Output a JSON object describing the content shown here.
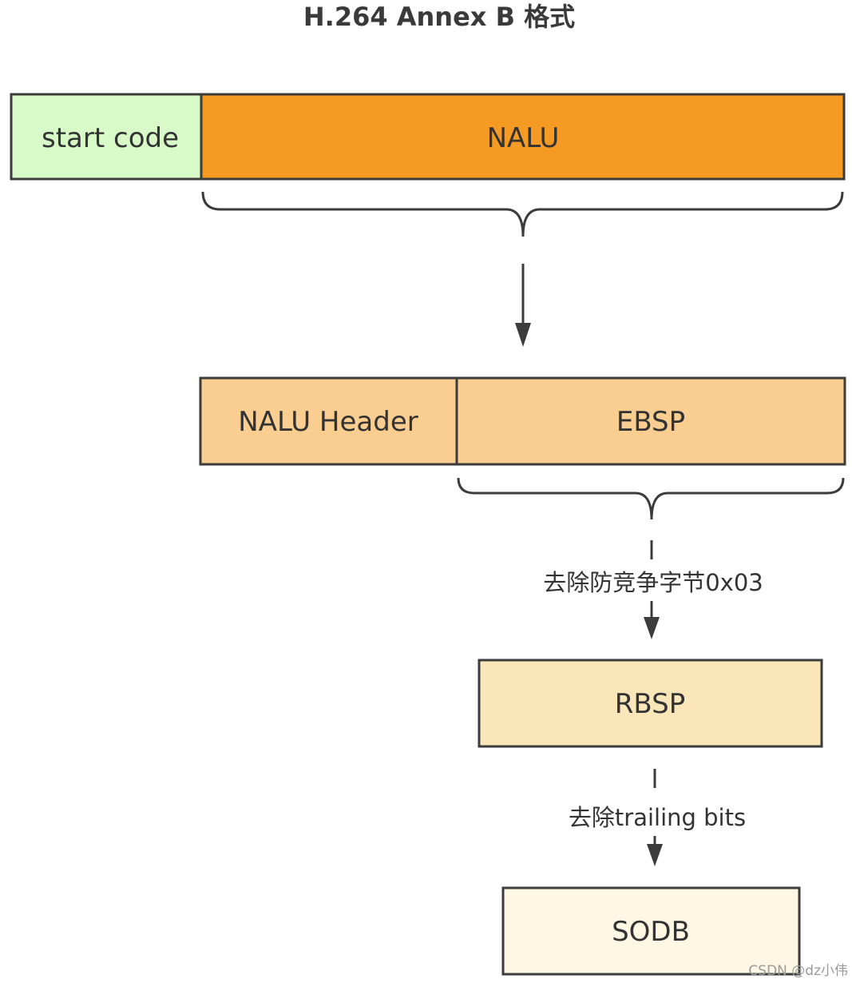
{
  "title": "H.264 Annex B 格式",
  "boxes": {
    "start_code": {
      "label": "start code",
      "fill": "#d8fac8"
    },
    "nalu": {
      "label": "NALU",
      "fill": "#f59a23"
    },
    "nalu_header": {
      "label": "NALU Header",
      "fill": "#facd91"
    },
    "ebsp": {
      "label": "EBSP",
      "fill": "#facd91"
    },
    "rbsp": {
      "label": "RBSP",
      "fill": "#fae6b8"
    },
    "sodb": {
      "label": "SODB",
      "fill": "#fdf7e4"
    }
  },
  "edges": {
    "nalu_to_split": {
      "label": "",
      "style": "solid"
    },
    "ebsp_to_rbsp": {
      "label": "去除防竞争字节0x03",
      "style": "dashed"
    },
    "rbsp_to_sodb": {
      "label": "去除trailing bits",
      "style": "dashed"
    }
  },
  "watermark": "CSDN @dz小伟"
}
